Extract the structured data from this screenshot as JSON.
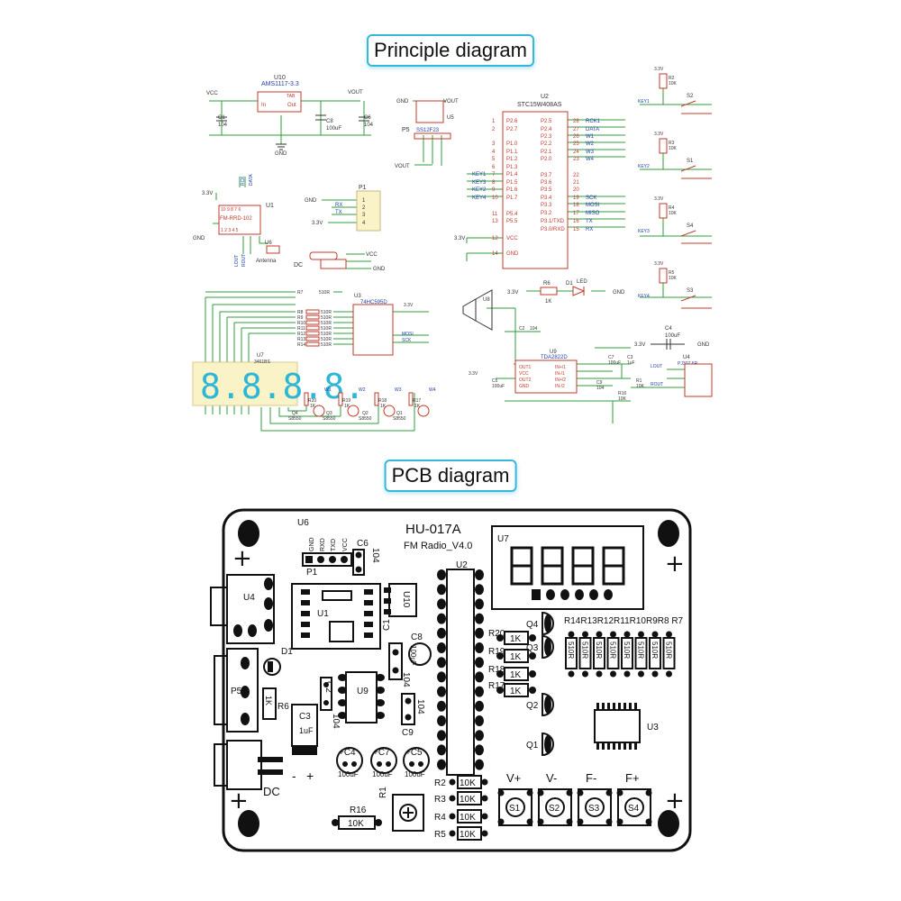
{
  "sections": {
    "principle_title": "Principle diagram",
    "pcb_title": "PCB diagram"
  },
  "colors": {
    "accent": "#35b7d9",
    "wire": "#2e9e3e",
    "part": "#c0392b",
    "label": "#1f3fa8",
    "pcb_ink": "#111111"
  },
  "schematic": {
    "reg": {
      "ref": "U10",
      "part": "AMS1117-3.3",
      "vcc": "VCC",
      "vout": "VOUT",
      "gnd": "GND",
      "c1": "C1",
      "c1v": "104",
      "c8": "C8",
      "c8v": "100uF",
      "c6": "C6",
      "c6v": "104",
      "tab": "TAB",
      "in": "In",
      "out": "Out",
      "gndp": "GND",
      "p3": "3",
      "p2": "2",
      "p1": "1",
      "p4": "4"
    },
    "u5": {
      "ref": "U5",
      "gnd": "GND",
      "vout": "VOUT",
      "p5": "P5",
      "part": "SS12F23",
      "vout2": "VOUT"
    },
    "fm": {
      "ref": "U1",
      "part": "FM-RRD-102",
      "v33": "3.3V",
      "gnd": "GND",
      "u6": "U6",
      "ant": "Antenna",
      "rck": "RCK",
      "data": "DATA",
      "lout": "LOUT",
      "rout": "ROUT",
      "pins_top": "10 9 8 7 6",
      "pins_bot": "1 2 3 4 5"
    },
    "p1": {
      "ref": "P1",
      "gnd": "GND",
      "rx": "RX",
      "tx": "TX",
      "v33": "3.3V",
      "pins": [
        "1",
        "2",
        "3",
        "4"
      ]
    },
    "dc": {
      "label": "DC",
      "vcc": "VCC",
      "gnd": "GND"
    },
    "mcu": {
      "ref": "U2",
      "part": "STC15W408AS",
      "v33": "3.3V",
      "left": [
        "P2.6",
        "P2.7",
        "P1.0",
        "P1.1",
        "P1.2",
        "P1.3",
        "P1.4",
        "P1.5",
        "P1.6",
        "P1.7",
        "P5.4",
        "P5.5",
        "VCC",
        "GND"
      ],
      "left_nums": [
        "1",
        "2",
        "3",
        "4",
        "5",
        "6",
        "7",
        "8",
        "9",
        "10",
        "11",
        "13",
        "12",
        "14"
      ],
      "left_nets": [
        "KEY1",
        "KEY3",
        "KEY2",
        "KEY4"
      ],
      "right": [
        "P2.5",
        "P2.4",
        "P2.3",
        "P2.2",
        "P2.1",
        "P2.0",
        "P3.7",
        "P3.6",
        "P3.5",
        "P3.4",
        "P3.3",
        "P3.2",
        "P3.1/TXD",
        "P3.0/RXD"
      ],
      "right_nums": [
        "28",
        "27",
        "26",
        "25",
        "24",
        "23",
        "22",
        "21",
        "20",
        "19",
        "18",
        "17",
        "16",
        "15"
      ],
      "right_nets": [
        "RCK1",
        "DATA",
        "W1",
        "W2",
        "W3",
        "W4",
        "",
        "",
        "",
        "SCK",
        "MOSI",
        "MISO",
        "TX",
        "RX"
      ]
    },
    "keys": [
      {
        "v": "3.3V",
        "r": "R2",
        "rv": "10K",
        "net": "KEY1",
        "sw": "S2"
      },
      {
        "v": "3.3V",
        "r": "R3",
        "rv": "10K",
        "net": "KEY2",
        "sw": "S1"
      },
      {
        "v": "3.3V",
        "r": "R4",
        "rv": "10K",
        "net": "KEY3",
        "sw": "S4"
      },
      {
        "v": "3.3V",
        "r": "R5",
        "rv": "10K",
        "net": "KEY4",
        "sw": "S3"
      }
    ],
    "led": {
      "v33": "3.3V",
      "r": "R6",
      "rv": "1K",
      "d": "D1",
      "led": "LED",
      "gnd": "GND"
    },
    "shift": {
      "ref": "U3",
      "part": "74HC595D",
      "r7": "R7",
      "r7v": "510R",
      "rows": [
        "R8",
        "R9",
        "R10",
        "R11",
        "R12",
        "R13",
        "R14"
      ],
      "rv": "510R",
      "v33": "3.3V",
      "mosi": "MOSI",
      "sck": "SCK",
      "rck": "RCK1"
    },
    "disp": {
      "ref": "U7",
      "part": "3461BS",
      "digits": "8.8.8.8."
    },
    "drivers": [
      {
        "q": "Q4",
        "r": "R20",
        "rv": "1K",
        "w": "W1",
        "t": "S8550"
      },
      {
        "q": "Q3",
        "r": "R19",
        "rv": "1K",
        "w": "W2",
        "t": "S8550"
      },
      {
        "q": "Q2",
        "r": "R18",
        "rv": "1K",
        "w": "W3",
        "t": "S8550"
      },
      {
        "q": "Q1",
        "r": "R17",
        "rv": "1K",
        "w": "W4",
        "t": "S8550"
      }
    ],
    "amp": {
      "u8": "U8",
      "ref": "U9",
      "part": "TDA2822D",
      "c2": "C2",
      "c2v": "104",
      "c5": "C5",
      "c5v": "100uF",
      "v33": "3.3V",
      "c9": "C9",
      "c9v": "104",
      "c7": "C7",
      "c7v": "100uF",
      "c3": "C3",
      "c3v": "1uF",
      "r16": "R16",
      "r16v": "10K",
      "r1": "R1",
      "r1v": "10K",
      "u4": "U4",
      "u4p": "PJ307-5P",
      "lout": "LOUT",
      "rout": "ROUT",
      "c4": "C4",
      "c4v": "100uF",
      "gnd": "GND",
      "pins_l": [
        "OUT1",
        "VCC",
        "OUT2",
        "GND"
      ],
      "pins_r": [
        "IN+/1",
        "IN-/1",
        "IN+/2",
        "IN-/2"
      ]
    }
  },
  "pcb": {
    "board_name": "HU-017A",
    "board_sub": "FM Radio_V4.0",
    "u6": "U6",
    "u6_pins": [
      "GND",
      "RXD",
      "TXD",
      "VCC"
    ],
    "p1": "P1",
    "c6": "C6",
    "c6v": "104",
    "u2": "U2",
    "u7": "U7",
    "u4": "U4",
    "u1": "U1",
    "u10": "U10",
    "d1": "D1",
    "c1": "C1",
    "c1v": "104",
    "c8": "C8",
    "c8v": "100uF",
    "p5": "P5",
    "r6": "R6",
    "r6v": "1K",
    "c2": "C2",
    "c2v": "104",
    "u9": "U9",
    "c9": "C9",
    "c9v": "104",
    "c3": "C3",
    "c3v": "1uF",
    "caps": [
      {
        "ref": "C4",
        "v": "100uF"
      },
      {
        "ref": "C7",
        "v": "100uF"
      },
      {
        "ref": "C5",
        "v": "100uF"
      }
    ],
    "dc": "DC",
    "minus": "-",
    "plus": "+",
    "r16": "R16",
    "r16v": "10K",
    "r1": "R1",
    "q_labels": [
      "Q4",
      "Q3",
      "Q2",
      "Q1"
    ],
    "r_left": [
      "R20",
      "R19",
      "R18",
      "R17"
    ],
    "r_left_v": "1K",
    "r_top_labels": "R14R13R12R11R10R9R8 R7",
    "r_top_v": "510R",
    "u3": "U3",
    "r_bottom": [
      "R2",
      "R3",
      "R4",
      "R5"
    ],
    "r_bottom_v": "10K",
    "buttons": [
      {
        "label": "V+",
        "sw": "S1"
      },
      {
        "label": "V-",
        "sw": "S2"
      },
      {
        "label": "F-",
        "sw": "S3"
      },
      {
        "label": "F+",
        "sw": "S4"
      }
    ],
    "mount_plus": "+"
  }
}
